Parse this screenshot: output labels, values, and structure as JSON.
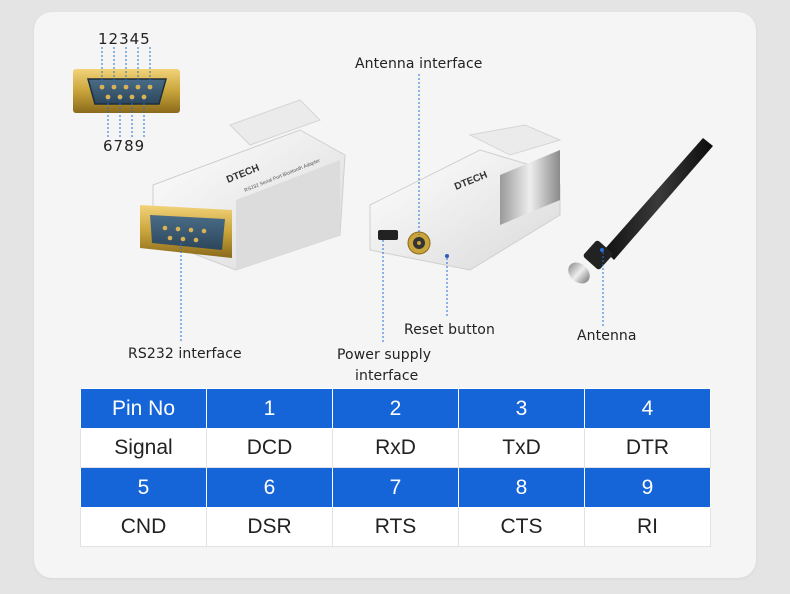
{
  "pin_numbers": {
    "top": "12345",
    "bottom": "6789"
  },
  "labels": {
    "antenna_interface": "Antenna interface",
    "rs232_interface": "RS232 interface",
    "reset_button": "Reset button",
    "power_supply_line1": "Power supply",
    "power_supply_line2": "interface",
    "antenna": "Antenna"
  },
  "device_branding": {
    "brand": "DTECH",
    "model_text": "RS232 Serial Port Bluetooth Adapter"
  },
  "pin_table": {
    "rows": [
      {
        "style": "blue",
        "cells": [
          "Pin No",
          "1",
          "2",
          "3",
          "4"
        ]
      },
      {
        "style": "white",
        "cells": [
          "Signal",
          "DCD",
          "RxD",
          "TxD",
          "DTR"
        ]
      },
      {
        "style": "blue",
        "cells": [
          "5",
          "6",
          "7",
          "8",
          "9"
        ]
      },
      {
        "style": "white",
        "cells": [
          "CND",
          "DSR",
          "RTS",
          "CTS",
          "RI"
        ]
      }
    ]
  },
  "colors": {
    "header_blue": "#1565d8",
    "callout_line": "#1f6fd6",
    "device_body": "#f4f4f4",
    "connector_gold": "#c9a43a"
  }
}
